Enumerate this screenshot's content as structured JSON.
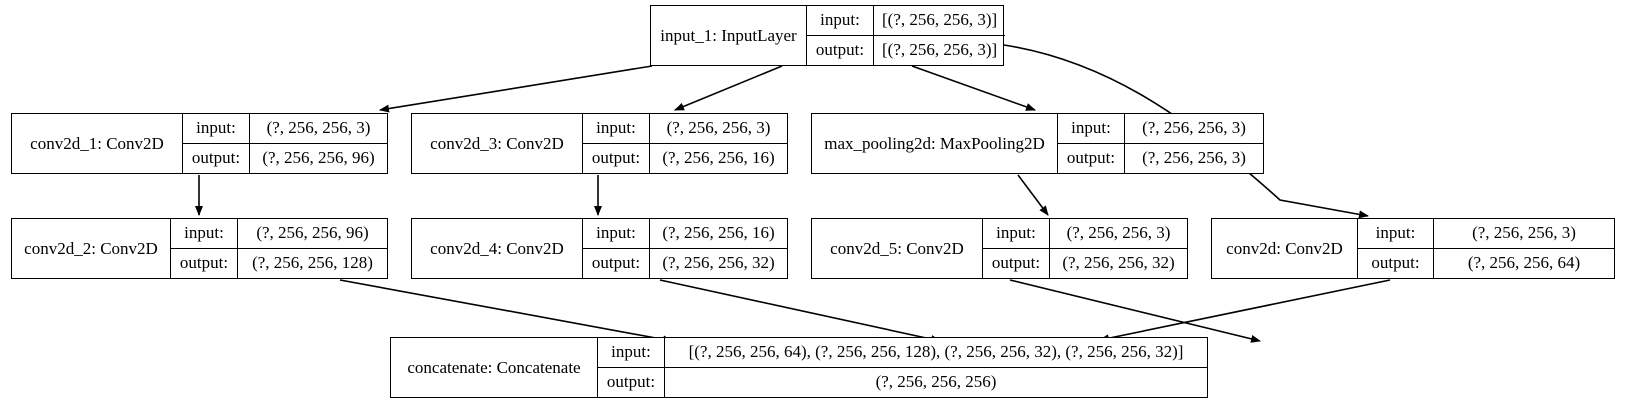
{
  "diagram": {
    "title": "Keras model architecture graph",
    "type": "layer-graph",
    "background_color": "#ffffff",
    "line_color": "#000000"
  },
  "nodes": {
    "input_1": {
      "name": "input_1: InputLayer",
      "input_label": "input:",
      "output_label": "output:",
      "input_shape": "[(?, 256, 256, 3)]",
      "output_shape": "[(?, 256, 256, 3)]"
    },
    "conv2d_1": {
      "name": "conv2d_1: Conv2D",
      "input_label": "input:",
      "output_label": "output:",
      "input_shape": "(?, 256, 256, 3)",
      "output_shape": "(?, 256, 256, 96)"
    },
    "conv2d_3": {
      "name": "conv2d_3: Conv2D",
      "input_label": "input:",
      "output_label": "output:",
      "input_shape": "(?, 256, 256, 3)",
      "output_shape": "(?, 256, 256, 16)"
    },
    "max_pooling2d": {
      "name": "max_pooling2d: MaxPooling2D",
      "input_label": "input:",
      "output_label": "output:",
      "input_shape": "(?, 256, 256, 3)",
      "output_shape": "(?, 256, 256, 3)"
    },
    "conv2d_2": {
      "name": "conv2d_2: Conv2D",
      "input_label": "input:",
      "output_label": "output:",
      "input_shape": "(?, 256, 256, 96)",
      "output_shape": "(?, 256, 256, 128)"
    },
    "conv2d_4": {
      "name": "conv2d_4: Conv2D",
      "input_label": "input:",
      "output_label": "output:",
      "input_shape": "(?, 256, 256, 16)",
      "output_shape": "(?, 256, 256, 32)"
    },
    "conv2d_5": {
      "name": "conv2d_5: Conv2D",
      "input_label": "input:",
      "output_label": "output:",
      "input_shape": "(?, 256, 256, 3)",
      "output_shape": "(?, 256, 256, 32)"
    },
    "conv2d": {
      "name": "conv2d: Conv2D",
      "input_label": "input:",
      "output_label": "output:",
      "input_shape": "(?, 256, 256, 3)",
      "output_shape": "(?, 256, 256, 64)"
    },
    "concatenate": {
      "name": "concatenate: Concatenate",
      "input_label": "input:",
      "output_label": "output:",
      "input_shape": "[(?, 256, 256, 64), (?, 256, 256, 128), (?, 256, 256, 32), (?, 256, 256, 32)]",
      "output_shape": "(?, 256, 256, 256)"
    }
  },
  "edges": [
    {
      "from": "input_1",
      "to": "conv2d_1"
    },
    {
      "from": "input_1",
      "to": "conv2d_3"
    },
    {
      "from": "input_1",
      "to": "max_pooling2d"
    },
    {
      "from": "input_1",
      "to": "conv2d"
    },
    {
      "from": "conv2d_1",
      "to": "conv2d_2"
    },
    {
      "from": "conv2d_3",
      "to": "conv2d_4"
    },
    {
      "from": "max_pooling2d",
      "to": "conv2d_5"
    },
    {
      "from": "conv2d_2",
      "to": "concatenate"
    },
    {
      "from": "conv2d_4",
      "to": "concatenate"
    },
    {
      "from": "conv2d_5",
      "to": "concatenate"
    },
    {
      "from": "conv2d",
      "to": "concatenate"
    }
  ]
}
